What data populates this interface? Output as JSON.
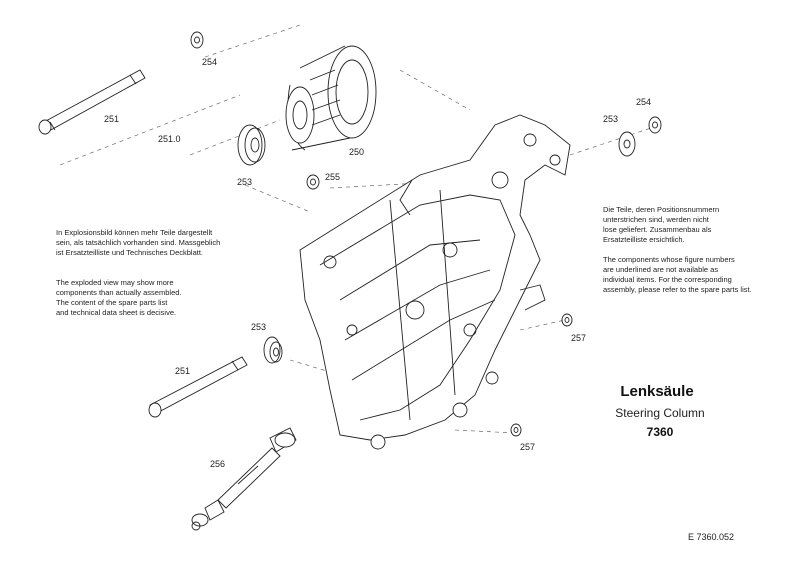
{
  "parts": {
    "p254_top": "254",
    "p251_top": "251",
    "p251_0": "251.0",
    "p250": "250",
    "p253_left": "253",
    "p255": "255",
    "p254_right": "254",
    "p253_right": "253",
    "p253_low": "253",
    "p251_low": "251",
    "p256": "256",
    "p257_upper": "257",
    "p257_lower": "257"
  },
  "notes": {
    "de_left": [
      "In Explosionsbild können mehr Teile dargestellt",
      "sein, als tatsächlich vorhanden sind. Massgeblich",
      "ist Ersatzteilliste und Technisches Deckblatt."
    ],
    "en_left": [
      "The exploded view may show more",
      "components than actually assembled.",
      "The content of the spare parts list",
      "and technical data sheet is decisive."
    ],
    "de_right": [
      "Die Teile, deren Positionsnummern",
      "unterstrichen sind, werden nicht",
      "lose geliefert. Zusammenbau als",
      "Ersatzteilliste ersichtlich."
    ],
    "en_right": [
      "The components whose figure numbers",
      "are underlined are not available as",
      "individual items. For the corresponding",
      "assembly, please refer to the spare parts list."
    ]
  },
  "title": {
    "german": "Lenksäule",
    "english": "Steering Column",
    "number": "7360"
  },
  "reference": "E 7360.052"
}
